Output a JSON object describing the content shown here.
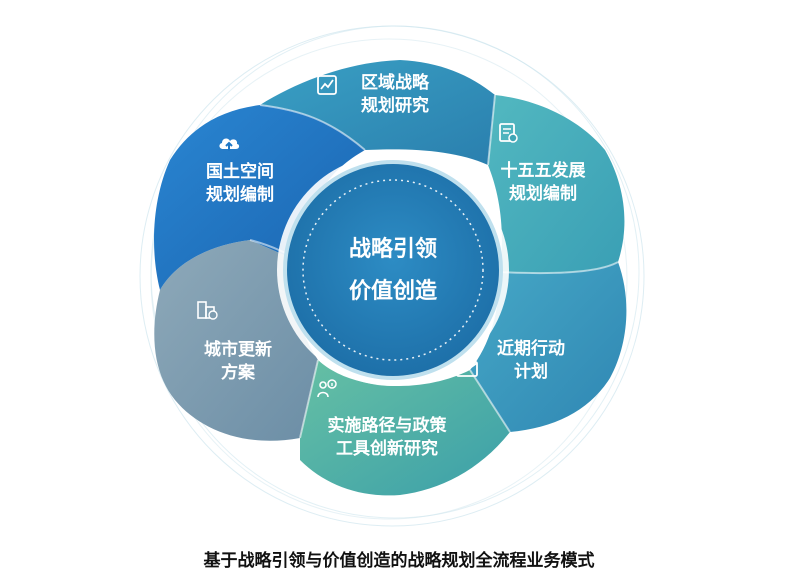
{
  "center": {
    "line1": "战略引领",
    "line2": "价值创造"
  },
  "segments": [
    {
      "id": "regional",
      "line1": "区域战略",
      "line2": "规划研究",
      "icon": "chart-report-icon",
      "color": "#2f8fb2"
    },
    {
      "id": "fyp",
      "line1": "十五五发展",
      "line2": "规划编制",
      "icon": "document-seal-icon",
      "color": "#3fa6b6"
    },
    {
      "id": "action",
      "line1": "近期行动",
      "line2": "计划",
      "icon": "envelope-icon",
      "color": "#3a9cc0"
    },
    {
      "id": "policy",
      "line1": "实施路径与政策",
      "line2": "工具创新研究",
      "icon": "person-info-icon",
      "color": "#4db3a5"
    },
    {
      "id": "urban",
      "line1": "城市更新",
      "line2": "方案",
      "icon": "building-icon",
      "color": "#7f9db0"
    },
    {
      "id": "land",
      "line1": "国土空间",
      "line2": "规划编制",
      "icon": "cloud-upload-icon",
      "color": "#1f77c6"
    }
  ],
  "caption": "基于战略引领与价值创造的战略规划全流程业务模式"
}
